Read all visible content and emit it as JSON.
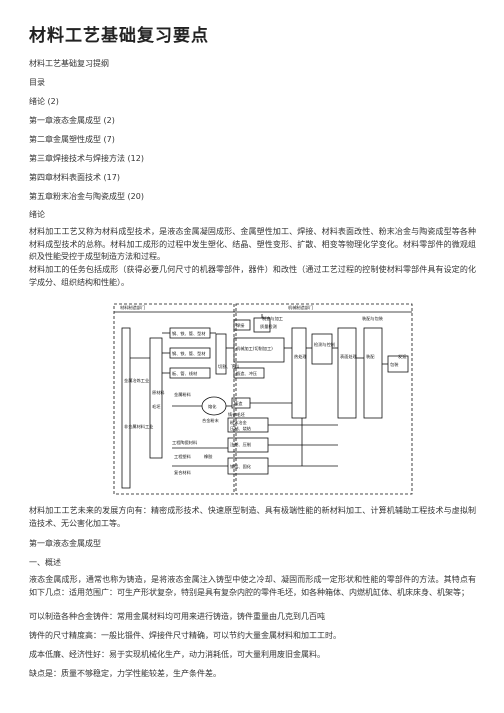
{
  "title": "材料工艺基础复习要点",
  "subtitle": "材料工艺基础复习提纲",
  "toc": {
    "heading": "目录",
    "items": [
      "绪论 (2)",
      "第一章液态金属成型 (2)",
      "第二章金属塑性成型 (7)",
      "第三章焊接技术与焊接方法 (12)",
      "第四章材料表面技术 (17)",
      "第五章粉末冶金与陶瓷成型 (20)"
    ]
  },
  "intro": {
    "heading": "绪论",
    "p1": "材料加工工艺又称为材料成型技术，是液态金属凝固成形、金属塑性加工、焊接、材料表面改性、粉末冶金与陶瓷成型等各种材料成型技术的总称。材料加工成形的过程中发生塑化、结晶、塑性变形、扩散、相变等物理化学变化。材料零部件的微观组织及性能受控于成型制造方法和过程。",
    "p2": "材料加工的任务包括成形（获得必要几何尺寸的机器零部件，器件）和改性（通过工艺过程的控制使材料零部件具有设定的化学成分、组织结构和性能）。",
    "p3": "材料加工工艺未来的发展方向有：精密成形技术、快速原型制造、具有极端性能的新材料加工、计算机辅助工程技术与虚拟制造技术、无公害化加工等。"
  },
  "diagram": {
    "labels": {
      "raw_dept": "材料制造部门",
      "mech_dept": "机械制造部门",
      "making": "制造与加工",
      "assembly": "装配与包装",
      "steel": "钢、铁、管、型材",
      "steel2": "钢、铁、管、型材",
      "steel3": "板、管、线材",
      "raw_material": "原材料",
      "blank": "毛坯",
      "metal_ind": "金属冶炼工业",
      "nonmetal_ind": "非金属材料工业",
      "casting": "铸造",
      "cast_blank": "铸件毛坯",
      "forging": "锻造、冲压",
      "welding": "焊接",
      "machining": "机械加工(切削加工)",
      "cutting": "切割、下料",
      "heat": "热处理",
      "surface": "表面处理",
      "assemble": "装配",
      "pack": "包装",
      "ship": "发运",
      "melt": "熔化",
      "metal_powder": "金属粉料",
      "alloy_powder": "合金粉末",
      "powder_met": "粉末冶金",
      "ceramic": "工程陶瓷材料",
      "plastic": "工程塑料",
      "rubber": "橡胶",
      "composite": "复合材料",
      "ceramic_proc": "压制、烧结",
      "plastic_proc": "注塑、压制",
      "composite_proc": "铺层、固化",
      "inspect": "检测与控制",
      "quality": "质量检测"
    }
  },
  "chapter1": {
    "heading": "第一章液态金属成型",
    "section": "一、概述",
    "p1": "液态金属成形，通常也称为铸造，是将液态金属注入铸型中使之冷却、凝固而形成一定形状和性能的零部件的方法。其特点有如下几点：适用范围广：可生产形状复杂，特别是具有复杂内腔的零件毛坯，如各种箱体、内燃机缸体、机床床身、机架等；",
    "p2": "可以制造各种合金铸件：常用金属材料均可用来进行铸造，铸件重量由几克到几百吨",
    "p3": "铸件的尺寸精度高：一般比锻件、焊接件尺寸精确，可以节约大量金属材料和加工工时。",
    "p4": "成本低廉、经济性好：易于实现机械化生产，动力消耗低，可大量利用废旧金属料。",
    "p5": "缺点是：质量不够稳定，力学性能较差，生产条件差。"
  }
}
